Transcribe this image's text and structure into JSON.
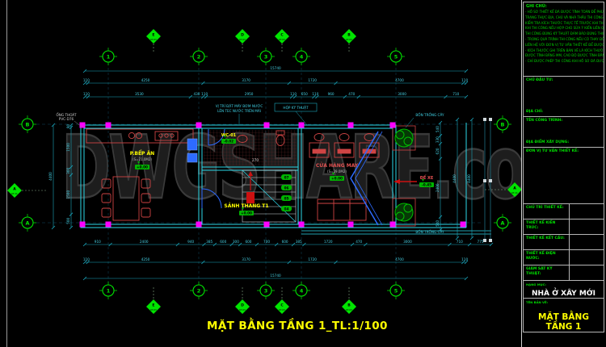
{
  "watermark": "DWGSHARE.com",
  "title": "MẶT BẰNG TẦNG 1_TL:1/100",
  "colors": {
    "wall": "#2bd7e8",
    "dim": "#1aa7bd",
    "dim_text": "#46d2e6",
    "grid_green": "#00e400",
    "furniture_red": "#cf4444",
    "column_magenta": "#ff00ff",
    "door_blue": "#2d6bff",
    "label_yellow": "#ffff00",
    "elev_green": "#00b400",
    "tree_green": "#00c000"
  },
  "plan": {
    "rooms": [
      {
        "name": "P.BẾP ĂN",
        "area": "(S=21.0M2)",
        "elev": "+0.00"
      },
      {
        "name": "WC-01",
        "elev": "-0.02"
      },
      {
        "name": "SẢNH THANG T1",
        "elev": "+0.00"
      },
      {
        "name": "CỬA HÀNG MAY",
        "area": "(S=29.0M2)",
        "elev": "+0.00"
      },
      {
        "name": "ĐỂ XE",
        "elev": "-0.45"
      }
    ],
    "annotations": {
      "pump_line1": "VỊ TRÍ ĐẶT MÁY BƠM NƯỚC",
      "pump_line2": "LÊN TEC NƯỚC TRÊN MÁI",
      "techbox": "HỘP KỸ THUẬT",
      "planter_top": "BỒN TRỒNG CÂY",
      "planter_bottom": "BỒN TRỒNG CÂY",
      "pipe_line1": "ỐNG THOÁT",
      "pipe_line2": "PVC-D76",
      "stair_dim": "270"
    },
    "grid": {
      "cols": [
        "1",
        "2",
        "3",
        "4",
        "5"
      ],
      "row_top": "B",
      "row_bottom": "A",
      "diamonds_top": [
        {
          "letter": "E",
          "ref": "KT-03"
        },
        {
          "letter": "D",
          "ref": "KT-03"
        },
        {
          "letter": "C",
          "ref": "KT-03"
        },
        {
          "letter": "B",
          "ref": "KT-03"
        }
      ],
      "diamonds_bottom": [
        {
          "letter": "E",
          "ref": "KT-03"
        },
        {
          "letter": "D",
          "ref": "KT-03"
        },
        {
          "letter": "C",
          "ref": "KT-03"
        },
        {
          "letter": "B",
          "ref": "KT-03"
        }
      ],
      "diamond_left": {
        "letter": "A",
        "ref": "KT-11"
      },
      "diamond_right": {
        "letter": "A",
        "ref": "KT-11"
      }
    },
    "dims": {
      "top_total": "15740",
      "top_row2": [
        "110",
        "4250",
        "3170",
        "1720",
        "4700",
        "110"
      ],
      "top_row3": [
        "110",
        "3530",
        "430",
        "110",
        "2950",
        "110",
        "650",
        "110",
        "960",
        "470",
        "3000",
        "710"
      ],
      "bottom_row1": [
        "910",
        "2400",
        "940",
        "385",
        "600",
        "300",
        "600",
        "700",
        "600",
        "385",
        "1720",
        "470",
        "3000",
        "710",
        "775"
      ],
      "bottom_row2": [
        "110",
        "4250",
        "3170",
        "1720",
        "4700",
        "110"
      ],
      "bottom_total": "15740",
      "left_total": "4400",
      "left_segs": [
        "90",
        "1500",
        "300",
        "1500",
        "500"
      ],
      "right_segs": [
        "540",
        "330",
        "620",
        "2400",
        "540"
      ],
      "right_total1": "4400",
      "right_total2": "4400"
    },
    "stair_steps": [
      "07",
      "06",
      "05",
      "04"
    ]
  },
  "titleblock": {
    "notes_title": "GHI CHÚ:",
    "notes": [
      "- HỒ SƠ THIẾT KẾ ĐÃ ĐƯỢC TÍNH TOÁN ĐỂ PHÙ HỢP THỰC",
      "TRẠNG THỰC ĐỊA, CHỦ VÀ NHÀ THẦU THI CÔNG PHẢI",
      "KIỂM TRA KÍCH THƯỚC THỰC TẾ TRƯỚC KHI THI CÔNG",
      "KHI THI CÔNG NẾU HỢP CHO SỬA Ý KIẾN LIÊN QUAN",
      "THI CÔNG ĐÚNG KỸ THUẬT ĐẢM BẢO ĐÚNG THIẾT KẾ",
      "- TRONG QUÁ TRÌNH THI CÔNG NẾU CÓ THAY ĐỔI PHẢI",
      "LIÊN HỆ VỚI ĐƠN VỊ TƯ VẤN THIẾT KẾ ĐỂ ĐƯỢC XỬ LÝ",
      "- KÍCH THƯỚC GHI TRÊN BẢN VẼ LÀ KÍCH THƯỚC PHỦ BÌ",
      "ĐƯỢC TÍNH BẰNG MM, CAO ĐỘ ĐƯỢC TÍNH BẰNG M",
      "- CHỈ ĐƯỢC PHÉP THI CÔNG KHI HỒ SƠ ĐÃ ĐƯỢC DUYỆT"
    ],
    "owner_label": "CHỦ ĐẦU TƯ:",
    "address_label": "ĐỊA CHỈ:",
    "project_label": "TÊN CÔNG TRÌNH:",
    "location_label": "ĐỊA ĐIỂM XÂY DỰNG:",
    "firm_label": "ĐƠN VỊ TƯ VẤN THIẾT KẾ:",
    "rows": [
      {
        "label": "CHỦ TRÌ THIẾT KẾ:"
      },
      {
        "label": "THIẾT KẾ KIẾN TRÚC:"
      },
      {
        "label": "THIẾT KẾ KẾT CẤU:"
      },
      {
        "label": "THIẾT KẾ ĐIỆN NƯỚC:"
      },
      {
        "label": "GIÁM SÁT KỸ THUẬT:"
      }
    ],
    "category_label": "HẠNG MỤC:",
    "category_value": "NHÀ Ở XÂY MỚI",
    "sheet_label": "TÊN BẢN VẼ:",
    "sheet_value": "MẶT BẰNG TẦNG 1"
  }
}
